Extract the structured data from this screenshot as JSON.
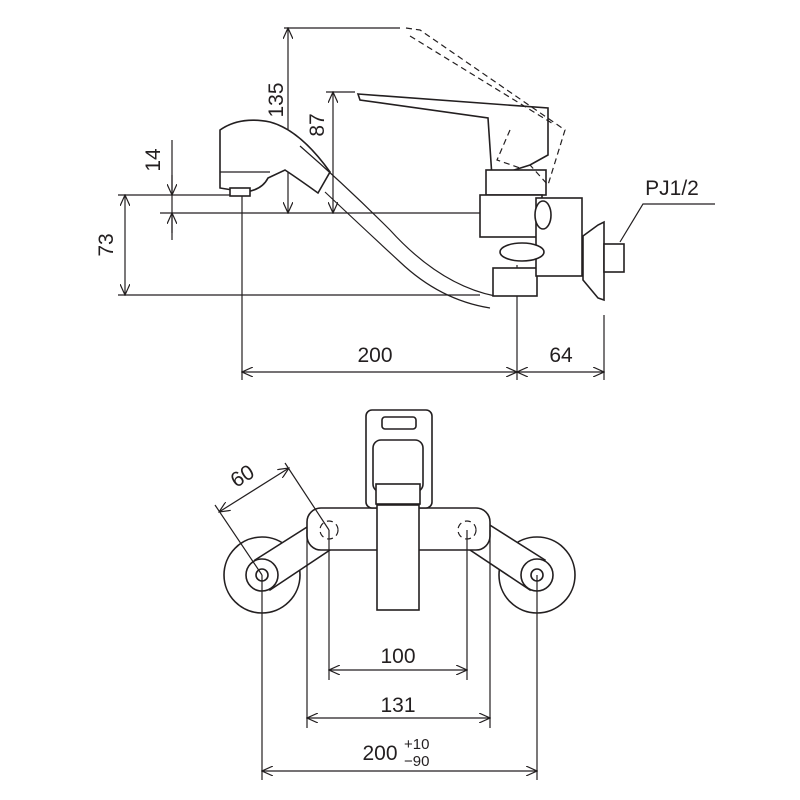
{
  "side_view": {
    "dimensions": {
      "height_lever_open": "135",
      "height_lever": "87",
      "aerator_offset": "14",
      "spout_height": "73",
      "spout_reach": "200",
      "wall_depth": "64"
    },
    "thread_label": "PJ1/2"
  },
  "front_view": {
    "dimensions": {
      "eccentric_arm": "60",
      "mount_holes": "100",
      "body_width": "131",
      "inlet_pitch": "200",
      "inlet_tol_plus": "+10",
      "inlet_tol_minus": "−90"
    }
  }
}
